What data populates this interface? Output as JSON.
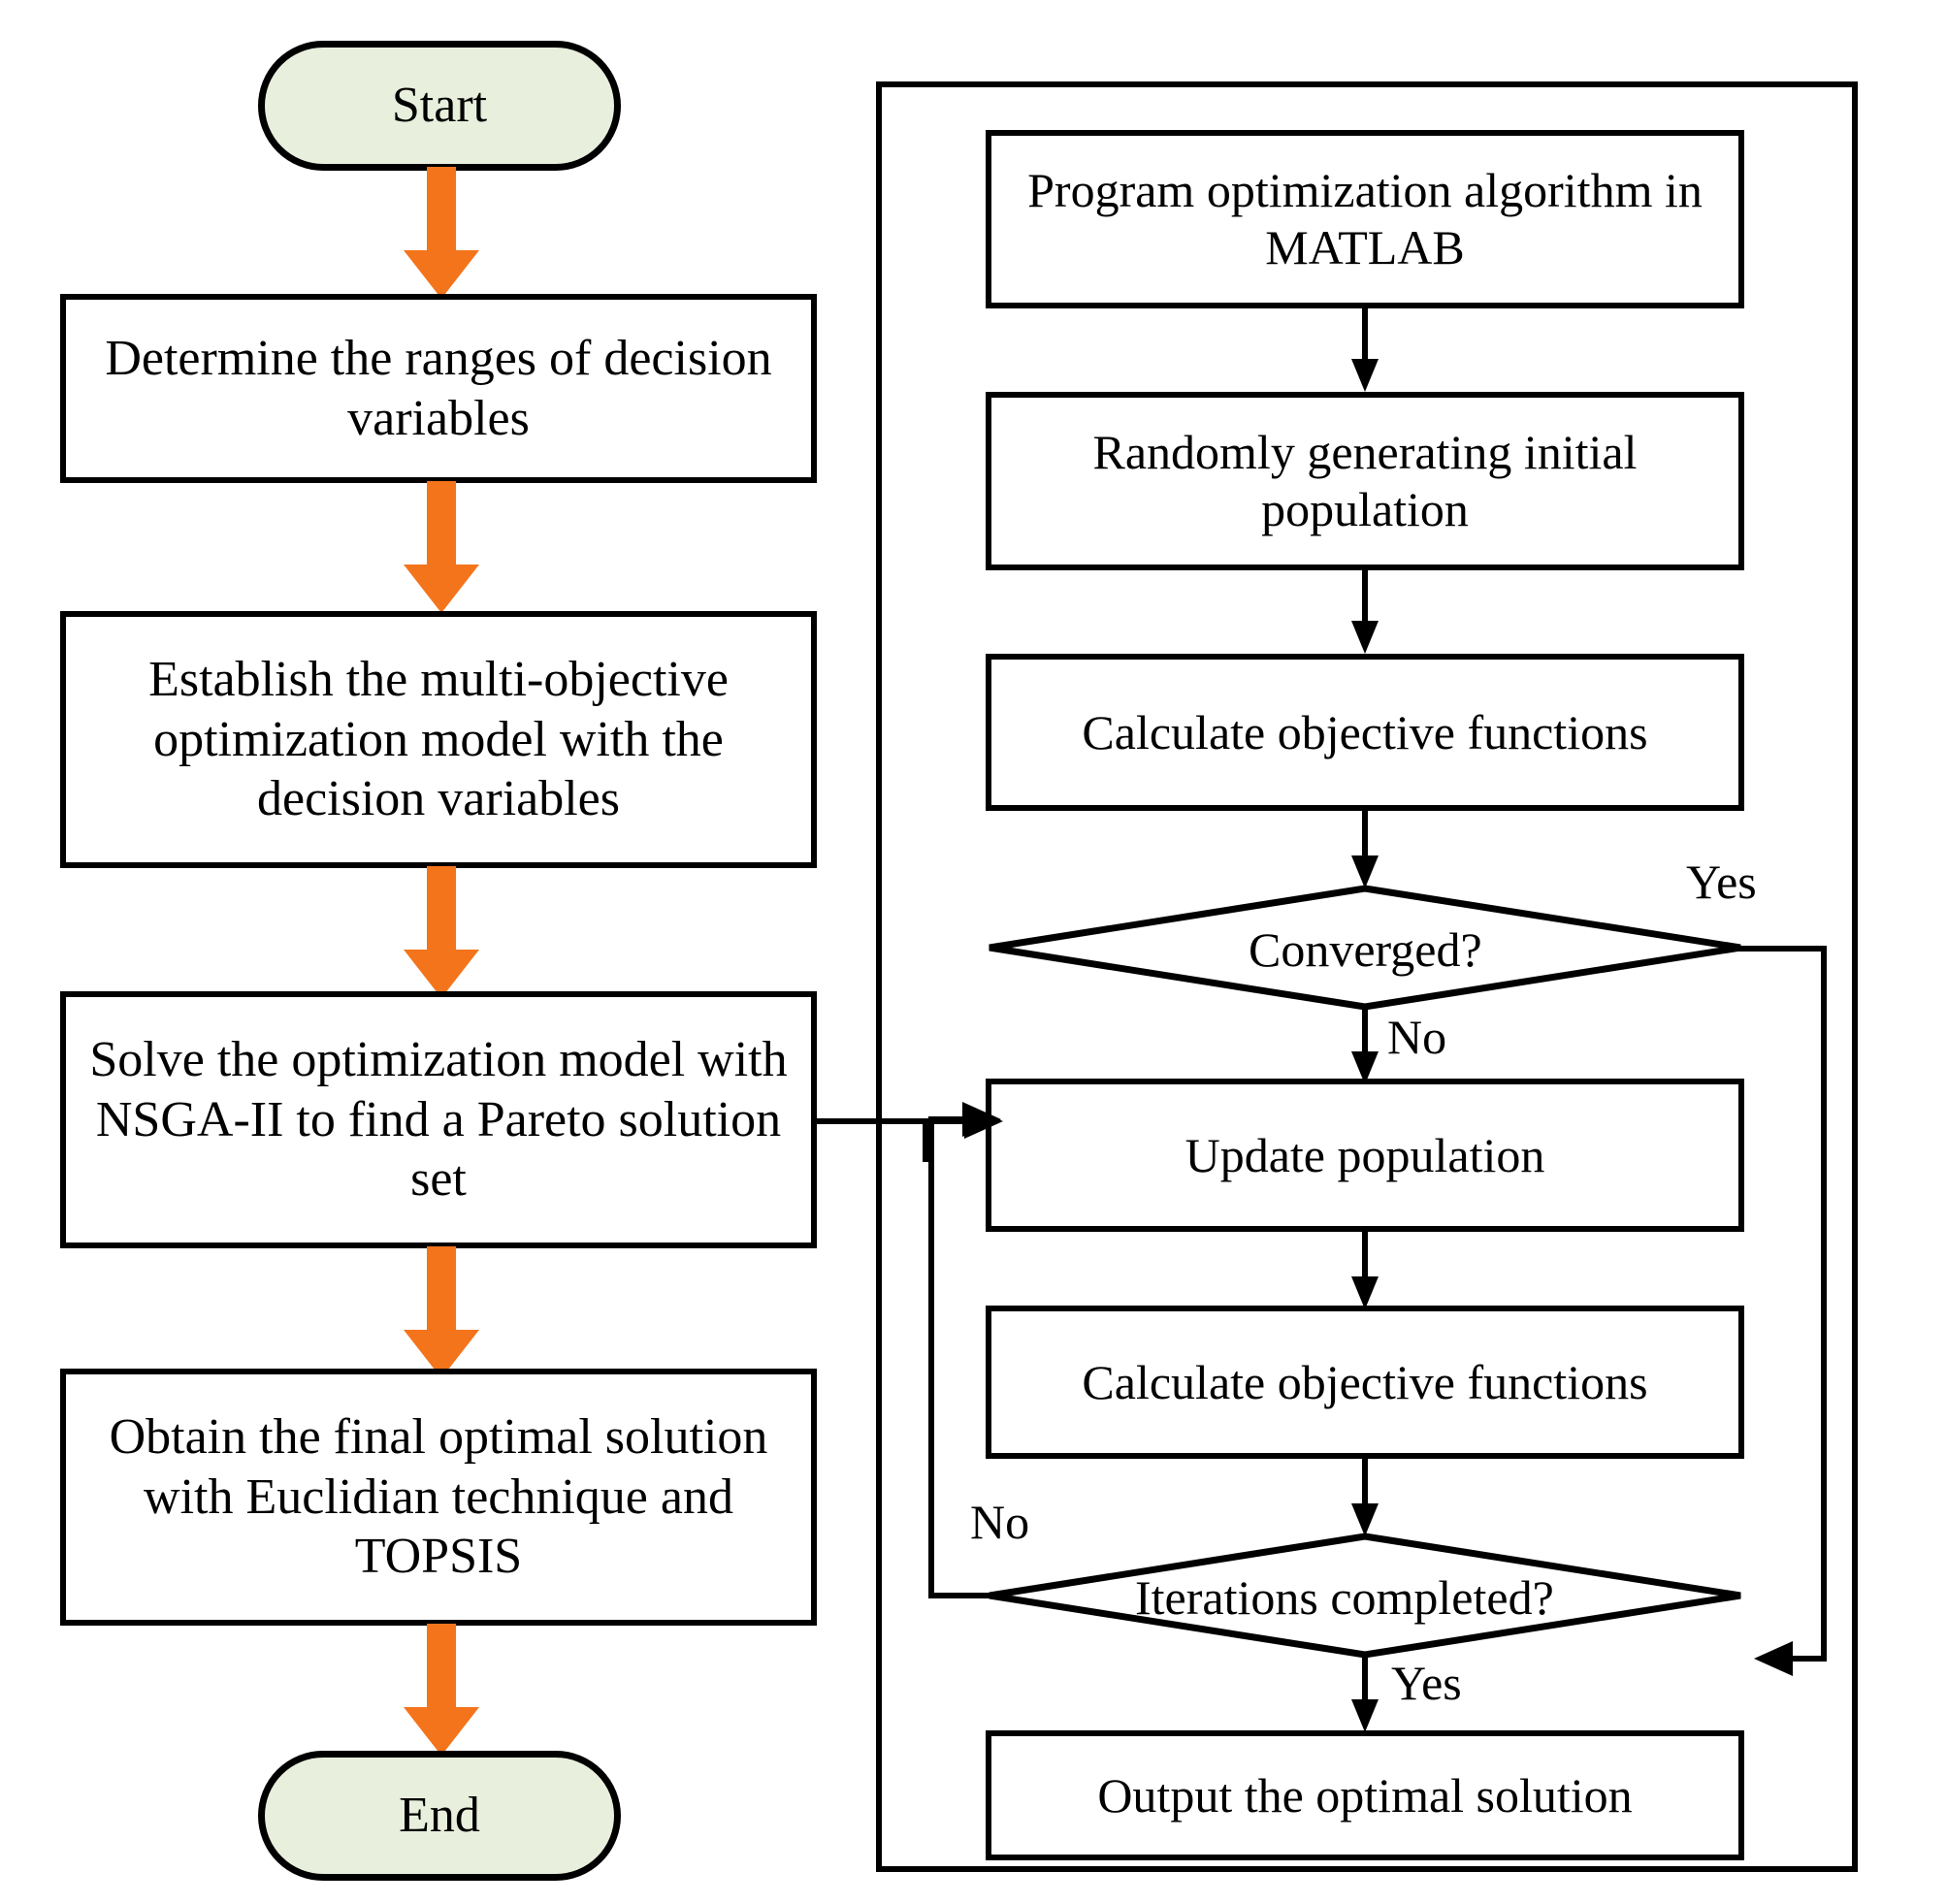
{
  "diagram": {
    "type": "flowchart",
    "title": "Multi-objective optimization and NSGA-II solution workflow",
    "colors": {
      "terminator_fill": "#e8efdd",
      "stroke": "#000000",
      "arrow_orange": "#f4741b",
      "background": "#ffffff"
    }
  },
  "left_column": {
    "start": {
      "label": "Start",
      "shape": "terminator"
    },
    "steps": [
      {
        "label": "Determine the ranges of decision variables",
        "shape": "process"
      },
      {
        "label": "Establish the multi-objective optimization model with the decision variables",
        "shape": "process"
      },
      {
        "label": "Solve the optimization model with NSGA-II to find a Pareto solution set",
        "shape": "process"
      },
      {
        "label": "Obtain the final optimal solution with Euclidian technique and TOPSIS",
        "shape": "process"
      }
    ],
    "end": {
      "label": "End",
      "shape": "terminator"
    }
  },
  "right_panel": {
    "steps": [
      {
        "label": "Program optimization algorithm in MATLAB",
        "shape": "process"
      },
      {
        "label": "Randomly generating initial population",
        "shape": "process"
      },
      {
        "label": "Calculate objective functions",
        "shape": "process"
      },
      {
        "label": "Update population",
        "shape": "process"
      },
      {
        "label": "Calculate objective functions",
        "shape": "process"
      },
      {
        "label": "Output the optimal solution",
        "shape": "process"
      }
    ],
    "decisions": [
      {
        "label": "Converged?",
        "shape": "decision",
        "yes_label": "Yes",
        "no_label": "No"
      },
      {
        "label": "Iterations completed?",
        "shape": "decision",
        "yes_label": "Yes",
        "no_label": "No"
      }
    ]
  },
  "edge_labels": {
    "converged_yes": "Yes",
    "converged_no": "No",
    "iterations_no": "No",
    "iterations_yes": "Yes"
  }
}
